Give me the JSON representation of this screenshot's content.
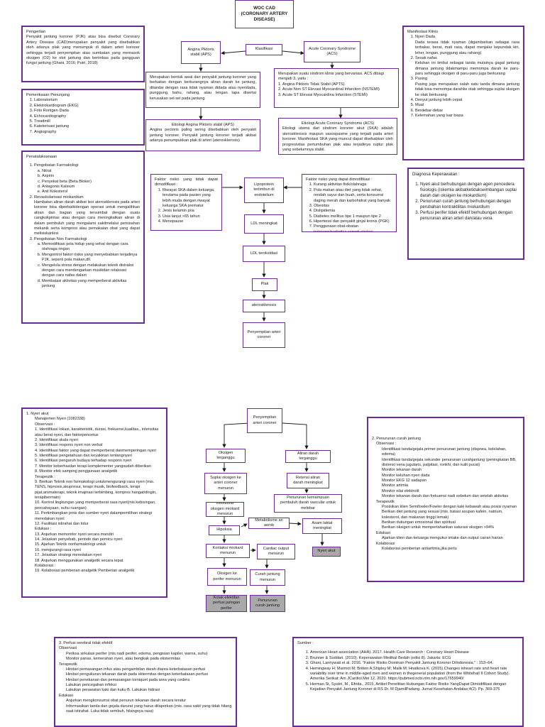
{
  "title": "WOC CAD (CORONARY ARTERY DISEASE)",
  "pengertian": {
    "heading": "Pengertian",
    "text": "Penyakit jantung koroner (PJK) atau bisa disebut Coronary Artery Disease (CAD)merupakan penyakit yang disebabkan oleh adanya plak yang menumpuk di dalam arteri koroner sehingga terjadi penyempitan atau sumbatan yang memasok oksigen (O2) ke otot jantung dan berimbas pada gangguan fungsi jantung (Ghani, 2016; Putri, 2018)"
  },
  "pemeriksaan": {
    "heading": "Pemeriksaan Penunjang",
    "items": [
      "Laboratorium",
      "Elektrokardiogram (EKG)",
      "Foto Rontgen Dada",
      "Echocardiography",
      "Treadmill",
      "Kateterisasi jantung",
      "Angiography"
    ]
  },
  "klasifikasi": "Klasifikasi",
  "apts": {
    "label": "Angina Piktoris stabil (APS)",
    "desc": "Merupakan bentuk awal dari penyakit jantung koroner yang berkaitan dengan berkurangnya aliran darah ke jantung, ditandai dengan rasa tidak nyaman didada atau nyeridada, punggung, bahu, rahang, atau lengan tapa disertai kerusakan sel-sel pada jantung",
    "etio_heading": "Etiologi Angina Piktoris stabil (APS)",
    "etio_text": "Angina pectoris paling sering disebabkan oleh penyakit jantung koroner. Penyakit jantung koroner terjadi akibat adanya penumpukkan plak di arteri (aterosklerosis)"
  },
  "acs": {
    "label": "Acute Coronary Syndrome (ACS)",
    "desc_intro": "Merupakan suatu sindrom klinis yang bervariasi. ACS dibagi menjadi 3, yaitu :",
    "desc_items": [
      "1. Angina Piktoris Tidak Stabil (APTS)",
      "2. Acute Non ST Elevasi Myocardinal Infarction (NSTEMI)",
      "3. Acute ST Elevasi Myocardina Infarction (STEMI)"
    ],
    "etio_heading": "Etiologi Acute Coronary Syndrome (ACS)",
    "etio_text": "Etiologi utama dari sindrom koroner akut (SKA) adalah aterosklerosis maupun vasospasme yang terjadi pada arteri koroner. Manifestasi SKA yang muncul dapat disebabkan oleh progresivitas pertumbuhan plak atau terjadinya ruptur plak yang sebelumnya stabil."
  },
  "manifestasi": {
    "heading": "Manifestasi Klinis",
    "items": [
      {
        "t": "Nyeri Dada",
        "d": "Dada terasa tidak nyaman (digambarkan sebagai rasa terbakar, berat, mati rasa, dapat menjalar kepundak kiri, leher, lengan, punggung atau rahang)"
      },
      {
        "t": "Sesak nafas",
        "d": "Keluhan ini timbul sebagai tanda mulainya gagal jantung dimana jantung tidakmampu memompa darah ke paru-paru sehingga oksigen di paru-paru juga berkurang"
      },
      {
        "t": "Pusing",
        "d": "Pusing juga merupakan salah satu tanda dimana jantung tidak bisa memompa darahke otak sehingga suplai oksigen ke otak berkurang"
      },
      {
        "t": "Denyut jantung lebih cepat",
        "d": ""
      },
      {
        "t": "Mual",
        "d": ""
      },
      {
        "t": "Berdebar-debar",
        "d": ""
      },
      {
        "t": "Kelemahan yang luar biasa",
        "d": ""
      }
    ]
  },
  "penatalaksanaan": {
    "heading": "Penatalaksanaan",
    "farmako": "Pengobatan Farmakologi",
    "farmako_items": [
      "Nitrat",
      "Aspirin",
      "Penyekat beta (Beta Bloker)",
      "Antagonis Kalsium",
      "Anti Kolesterol"
    ],
    "revask": "Revaskularisasi miokardium",
    "revask_text": "Hambatan aliran darah akibat lesi aterosklerosis pada arteri koroner bisa diperbaikidengan operasi untuk mengalihkan aliran dan bagian yang tersumbat dengan suatu cangkokpintas atau dengan cara meningkatkan aliran di dalam pembuluh yang mengalami sakitmelalui pemisahan mekanik serta kompresi atau pemakaian obat yang dapat melisiskanlesi",
    "nonfarmako": "Pengobatan Non Farmakologi",
    "nonfarmako_items": [
      "Memodifikasi pola hidup yang sehat dengan cara olahraga ringan\u0001b.",
      "Mengontrol faktor risiko yang menyebabkan terjadinya PJK, seperti pola makan,dll.",
      "Mengelola stress dengan melakukan teknik distraksi dengan cara mendengarkan musikdan relaksasi dengan cara nafas dalam",
      "Membatasi aktivitas yang memperberat aktivitas jantung"
    ]
  },
  "faktor_tidak": {
    "heading": "Faktor risiko yang tidak dapat dimodifikasi :",
    "items": [
      "Riwayat SKA dalam keluarga, terutama pada pasien yang lebih muda dengan riwayat keluarga SKA prematur",
      "Jenis kelamin pria",
      "Usia lanjut >65 tahun",
      "Menopause"
    ]
  },
  "faktor_dapat": {
    "heading": "Faktor risiko yang dapat dimodifikasi :",
    "items": [
      "Kurang aktivitas fisik/olahraga",
      "Pola makan atau diet yang tidak sehat, rendah sayur dan buah, serta konsumsi daging merah dan karbohidrat yang banyak",
      "Obesitas",
      "Dislipidemia",
      "Diabetes mellitus tipe 1 maupun tipe 2",
      "Hipertensi dan penyakit ginjal kronis (PGK)",
      "Penggunaan obat-obatan terlarang/narkotika seperti ekstasi, methamphetamine, dan kokain"
    ]
  },
  "flow1": [
    "Lipoprotein tertimbun di endotelium",
    "LDL meningkat",
    "LDL teroksidasi",
    "Plak",
    "aterosklerosis",
    "Penyempitan arteri coroner"
  ],
  "diagnosa": {
    "heading": "Diagnosa Keperawatan :",
    "items": [
      "Nyeri akut berhubungan dengan agen pencedera fisiologis (iskemia akibatketidakseimbangan suplai darah dan oksigen ke miokardium)",
      "Penurunan curah jantung berhubungan dengan perubahan kontraktilitas miokardium",
      "Perfusi perifer tidak efektif berhubungan dengan penurunan aliran arteri dan/atau vena"
    ]
  },
  "nyeri": {
    "heading": "1.  Nyeri akut",
    "manajemen": "Manajemen Nyeri (1082338)",
    "observasi": "Observasi :",
    "items": [
      "1.   Identifikasi lokasi, karakteristik, durasi, frekuensi,kualitas,, intensitas atau berat nyeri, dan faktorpencetus",
      "2.   Identifikasi skala nyeri",
      "3.   Identifikasi respons nyeri non verbal",
      "4.   Identifikasi faktor yang dapat memperberat danmemperingan nyeri",
      "5.   Identifikasi pengetahuan dan keyakinan tentangnyeri",
      "6.   Identifikasi pengaruh budaya terhadap respons nyeri",
      "7.   Monitor keberhasilan terapi komplementer yangsudah diberikan",
      "8.   Monitor efek samping penggunaan analgetik",
      "Terapeutik :",
      "9.   Berikan Teknik non farmakologi untukmengurangi rasa nyeri (mis. TENS, hipnosis,akupresur, terapi musik, biofeedback, terapi pijat,aromaterapi, teknik imajinasi terbimbing, kompres hangat/dingin, terapibermain)",
      "10. Kontrol lingkungan yang memperberat rasa nyeri(mis.kebisingan, pencahayaan, suhu ruangan)",
      "11. Pertimbangkan jenis dan sumber nyeri dalampemilihan strategi meredakan nyeri",
      "12. Fasilitasi istirahat dan tidur",
      "Edukasi :",
      "13. Anjurkan memonitor nyeri secara mandiri",
      "14. Jelaskan penyebab, periode dan pemicu nyeri",
      "15. Ajarkan Teknik nonfarmakologi untuk",
      "16. mengurangi rasa nyeri",
      "17. Jelaskan strategi meredakan nyeri",
      "18. Anjurkan menggunakan analgetik secara tepat",
      "Kolaborasi :",
      "19. Kolaborasi pemberian analgetik Pemberian analgetik"
    ]
  },
  "flow2": {
    "top": "Penyempitan arteri coroner",
    "oksigen": "Oksigen terganggu",
    "aliran": "Aliran darah terganggu",
    "suplai": "Suplai oksigen ke arteri coroner menurun",
    "retensi": "Retensi aliran darah meningkat",
    "penurunan": "Penurunan kemampuan pembuluh darah vascular untuk melebar",
    "kebutuhan": "Kebutuha oksigen miokard menurun",
    "hipoksia": "Hipoksia",
    "metabolisme": "Metabolisme an aerob",
    "asam": "Asam laktat meningkat",
    "kontaksi": "Kontaksi miokard menurun",
    "cardiac": "Cardiac output menurun",
    "nyeriakut": "Nyeri akut",
    "oksigenperifer": "Oksigen ke perifer menurun",
    "curah": "Curah jantung menurun",
    "perfusi": "Kotak efektifan perfusi jaringan perifer",
    "pcurah": "Penurunan curah jantung"
  },
  "curah": {
    "heading": "2.  Penurunan curah jantung",
    "lines": [
      [
        "h",
        "Observasi :"
      ],
      [
        "i",
        "Identifikasi tanda/gejala primer penurunan jantung (dispnea, kelelahan, edema)"
      ],
      [
        "i",
        "Identifikasi tanda/gejala sekunder penurunan curahjantung (peningkatan BB, distensi vena jugularis, palpitasi, ronkhi, dan kulit pucat)"
      ],
      [
        "i",
        "Monitor tekanan darah"
      ],
      [
        "i",
        "Monitor keluhan nyeri dada"
      ],
      [
        "i",
        "Monitor EKG 12 sadapan"
      ],
      [
        "i",
        "Monitor aritmia"
      ],
      [
        "i",
        "Monitor nilai elektrolit"
      ],
      [
        "i",
        "Monitor tekanan darah dan frekuensi nadi sebelum dan setelah aktivitas"
      ],
      [
        "h",
        "Terapeutik"
      ],
      [
        "i",
        "Posisikan klien Semifowler/Fowler dengan kaki kebawah atau posisi nyaman"
      ],
      [
        "i",
        "Berikan diet jantung yang sesuai (mis. batasi asupan kafein, natrium, kolesterol, dan makanan tinggi lemak)"
      ],
      [
        "i",
        "Berikan dukungan emosional dan spiritual"
      ],
      [
        "i",
        "Berikan oksigen untuk mempertahankan saturasi oksigen >94%"
      ],
      [
        "h",
        "Edukasi"
      ],
      [
        "i",
        "Ajarkan klien dan keluarga mengukur intake dan output cairan harian"
      ],
      [
        "h",
        "Kolaborasi"
      ],
      [
        "i",
        "Kolaborasi pemberian antiaritmia,jika perlu"
      ]
    ]
  },
  "perfusi": {
    "heading": "3. Perfusi serebral tidak efektif",
    "lines": [
      [
        "h",
        "Observasi"
      ],
      [
        "i",
        "Periksa sirkulasi perifer (mis.nadi perifer, edema, pengisian kapiler, warna, suhu)"
      ],
      [
        "i",
        "Monitor panas, kemerahan nyeri, atau bengkak pada ekstermitas"
      ],
      [
        "h",
        "Terapeutik"
      ],
      [
        "i",
        "Hindari pemasangan infus atau pengambilan darah diarea keterbatasan perfusi"
      ],
      [
        "i",
        "Hindari pengukuran tekanan darah pada ektermitas dengan keterbatasan perfusi"
      ],
      [
        "i",
        "Hindari penekanan dan pemasangan torniquet pada area yang cedera"
      ],
      [
        "i",
        "Lakukan pencegahan infeksi"
      ],
      [
        "i",
        "Lakukan perawatan kaki dan kuku B. Lakukan hidrasi"
      ],
      [
        "h",
        "Edukasi"
      ],
      [
        "i",
        "Anjurkan mengkonsumsi obat penurun tekanan darah secara teratur"
      ],
      [
        "i",
        "Informasikan tanda dan gejala darurat yang harus dilaporkan (mis. rasa sakit yang tidak hilang saat istirahat. Luka tidak sembuh, hilangnya rasa)"
      ]
    ]
  },
  "sumber": {
    "heading": "Sumber :",
    "items": [
      "American Heart association (AHA). 2017. Health Care Research : Coronary Heart Disease",
      "Brunner & Suddart. (2010). Keperawatan Medikal Bedah (edisi 8). Jakarta: ECG",
      "Ghani, Lannywati et al. 2016. \"Faktor Risiko Dominan Penyakit Jantung Koroner DiIndonesia.\" : 153–64.",
      "Hemingway H; Marmot M; Britton A;Shipley M; Malik M; Hnatkova K. (2015).Changes inheart rate and heart rate variability over time in middle-aged men and women in thegeneral population (from the Whitehall II Cohort Study). Amerika Serikat: Am JCardiol.Mei 12, 2020. https://pubmed.ncbi.nlm.nih.gov/17659940/",
      "Herman St, Syukri, M., Efrida., 2015, Artikel Penelitian Hubungan Faktor Risiko YangDapat Dimodifikasi dengan Kejadian Penyakit Jantung Koroner di RS Dr. M DjamilPadang. Jurnal Kesehatan Andalas;4(2). Pp. 369-375"
    ]
  },
  "colors": {
    "border": "#6a2c91",
    "arrow": "#1a1a1a",
    "grey": "#a9a9a9"
  }
}
